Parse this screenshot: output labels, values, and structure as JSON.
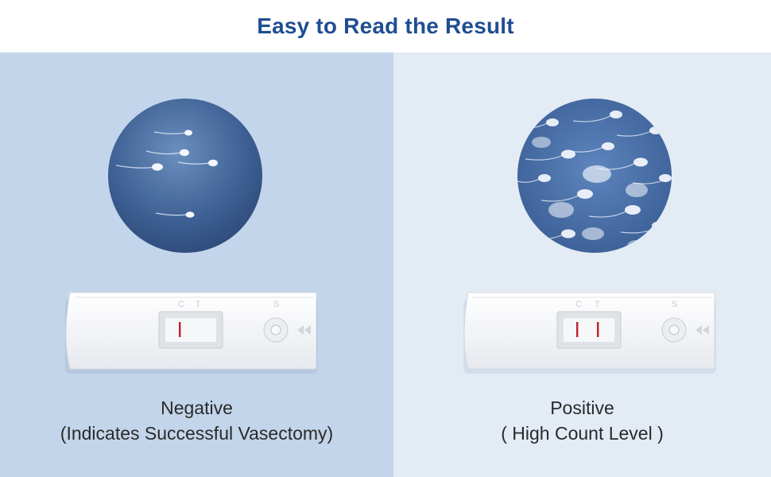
{
  "title": "Easy to Read the Result",
  "negative": {
    "label": "Negative",
    "description": "(Indicates Successful Vasectomy)",
    "cassette_marks": {
      "c": "C",
      "t": "T",
      "s": "S"
    },
    "lines_visible": 1
  },
  "positive": {
    "label": "Positive",
    "description": "( High Count Level )",
    "cassette_marks": {
      "c": "C",
      "t": "T",
      "s": "S"
    },
    "lines_visible": 2
  },
  "colors": {
    "title": "#1f4e91",
    "left_panel": "#c3d5ea",
    "right_panel": "#e3ebf5",
    "test_line": "#c0202a"
  }
}
